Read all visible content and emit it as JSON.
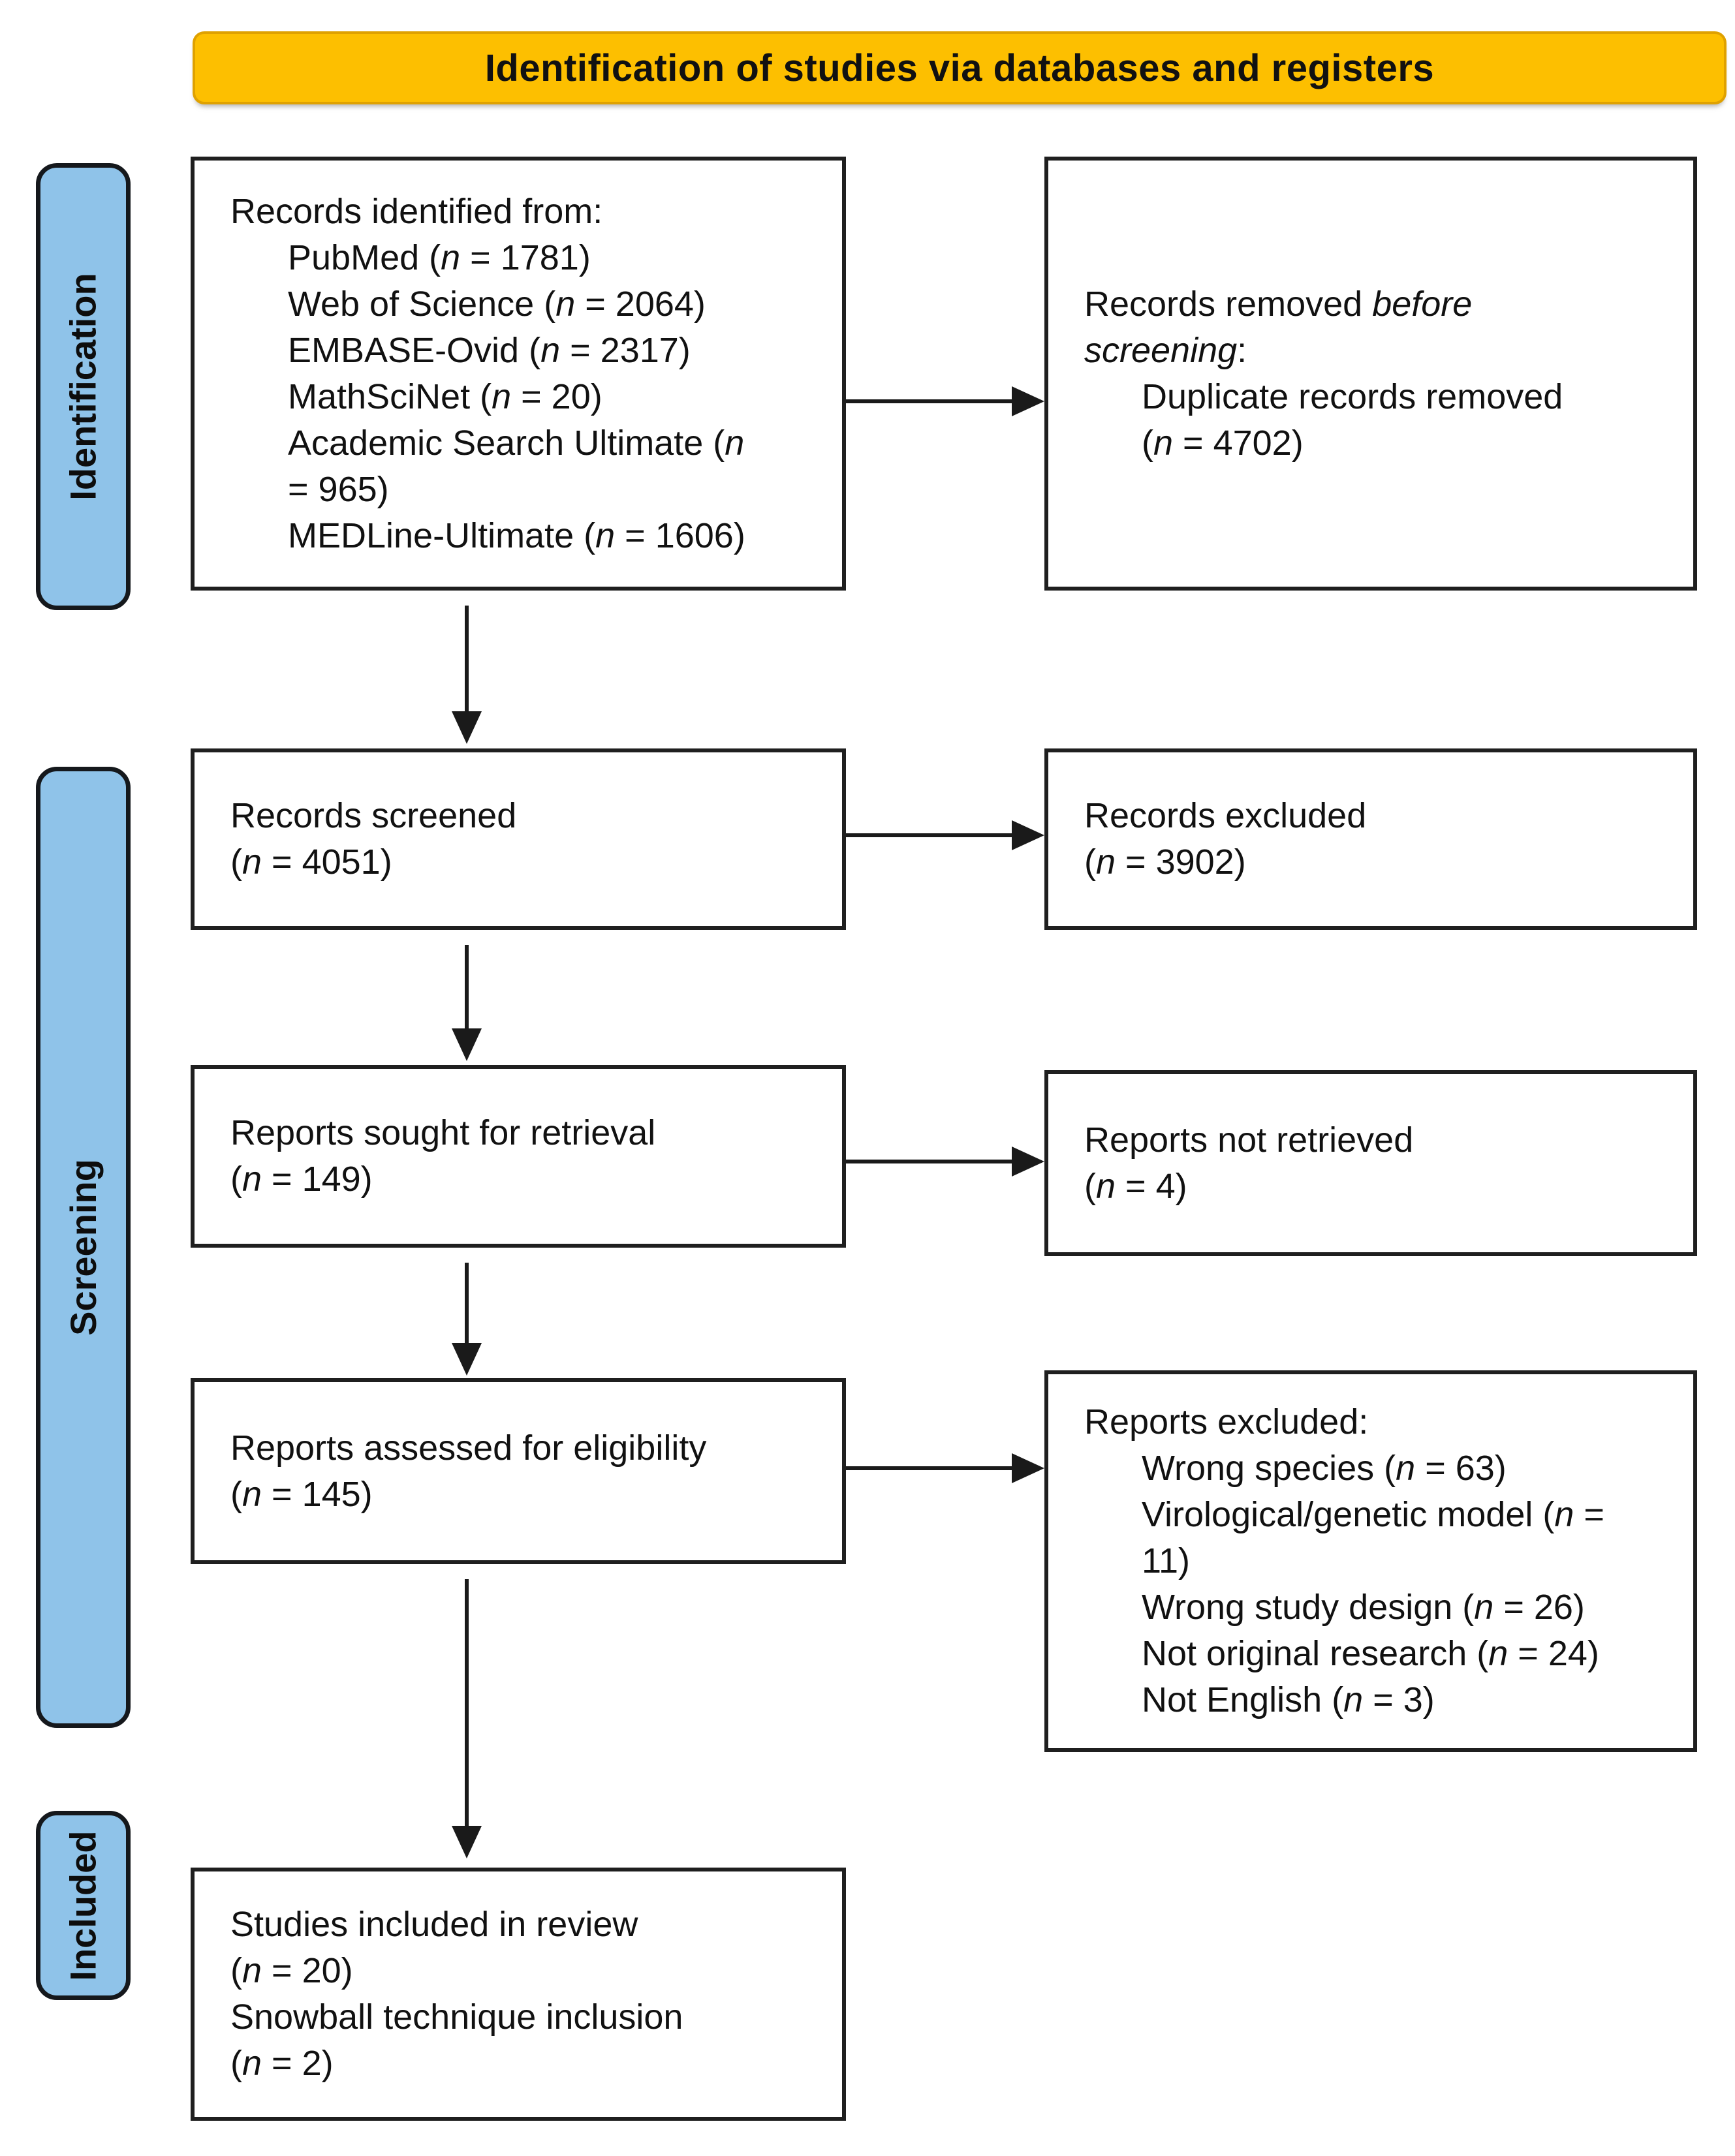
{
  "banner": {
    "title": "Identification of studies via databases and registers"
  },
  "colors": {
    "banner_fill": "#FDBF00",
    "banner_border": "#DFA100",
    "sidebar_fill": "#8FC3E9",
    "box_border": "#1F1F1F",
    "arrow": "#1A1A1A"
  },
  "sidebar": {
    "items": [
      {
        "label": "Identification"
      },
      {
        "label": "Screening"
      },
      {
        "label": "Included"
      }
    ]
  },
  "boxes": {
    "identified": {
      "lines": [
        {
          "t": "Records identified from:"
        },
        {
          "t": "PubMed (*n* = 1781)",
          "indent": true
        },
        {
          "t": "Web of Science (*n* = 2064)",
          "indent": true
        },
        {
          "t": "EMBASE-Ovid (*n* = 2317)",
          "indent": true
        },
        {
          "t": "MathSciNet (*n* = 20)",
          "indent": true
        },
        {
          "t": "Academic Search Ultimate (*n*",
          "indent": true
        },
        {
          "t": "= 965)",
          "indent": true
        },
        {
          "t": "MEDLine-Ultimate (*n* = 1606)",
          "indent": true
        }
      ]
    },
    "removed_before": {
      "lines": [
        {
          "t": "Records removed *before*"
        },
        {
          "t": "*screening*:"
        },
        {
          "t": "Duplicate records removed",
          "indent": true
        },
        {
          "t": "(*n* = 4702)",
          "indent": true
        }
      ]
    },
    "screened": {
      "lines": [
        {
          "t": "Records screened"
        },
        {
          "t": "(*n* = 4051)"
        }
      ]
    },
    "excluded": {
      "lines": [
        {
          "t": "Records excluded"
        },
        {
          "t": "(*n* = 3902)"
        }
      ]
    },
    "sought": {
      "lines": [
        {
          "t": "Reports sought for retrieval"
        },
        {
          "t": "(*n* = 149)"
        }
      ]
    },
    "not_retrieved": {
      "lines": [
        {
          "t": "Reports not retrieved"
        },
        {
          "t": "(*n* = 4)"
        }
      ]
    },
    "assessed": {
      "lines": [
        {
          "t": "Reports assessed for eligibility"
        },
        {
          "t": "(*n* = 145)"
        }
      ]
    },
    "reports_excluded": {
      "lines": [
        {
          "t": "Reports excluded:"
        },
        {
          "t": "Wrong species (*n* = 63)",
          "indent": true
        },
        {
          "t": "Virological/genetic model (*n* =",
          "indent": true
        },
        {
          "t": "11)",
          "indent": true
        },
        {
          "t": "Wrong study design (*n* = 26)",
          "indent": true
        },
        {
          "t": "Not original research (*n* = 24)",
          "indent": true
        },
        {
          "t": "Not English (*n* = 3)",
          "indent": true
        }
      ]
    },
    "included_studies": {
      "lines": [
        {
          "t": "Studies included in review"
        },
        {
          "t": "(*n* = 20)"
        },
        {
          "t": "Snowball technique inclusion"
        },
        {
          "t": "(*n* = 2)"
        }
      ]
    }
  }
}
